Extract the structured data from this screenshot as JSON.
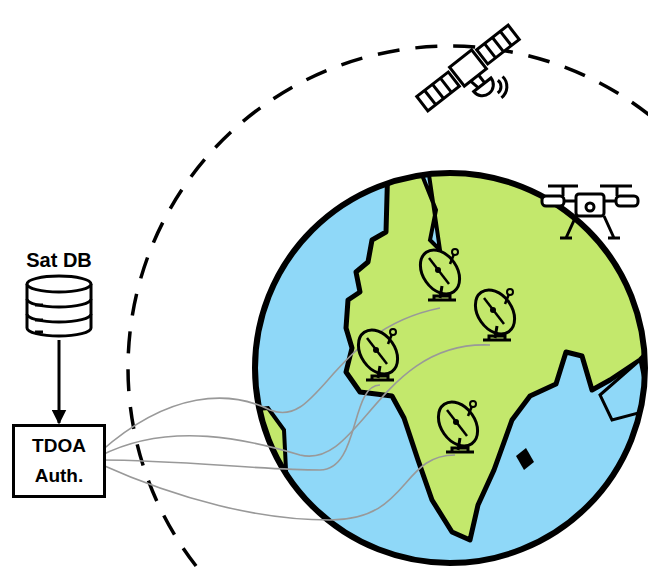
{
  "diagram": {
    "nodes": [
      {
        "text": [
          "Sat DB"
        ]
      },
      {
        "text": [
          "TDOA Auth."
        ]
      }
    ],
    "edges": [
      {
        "from": 0,
        "to": 1,
        "arrow": "to"
      }
    ]
  }
}
